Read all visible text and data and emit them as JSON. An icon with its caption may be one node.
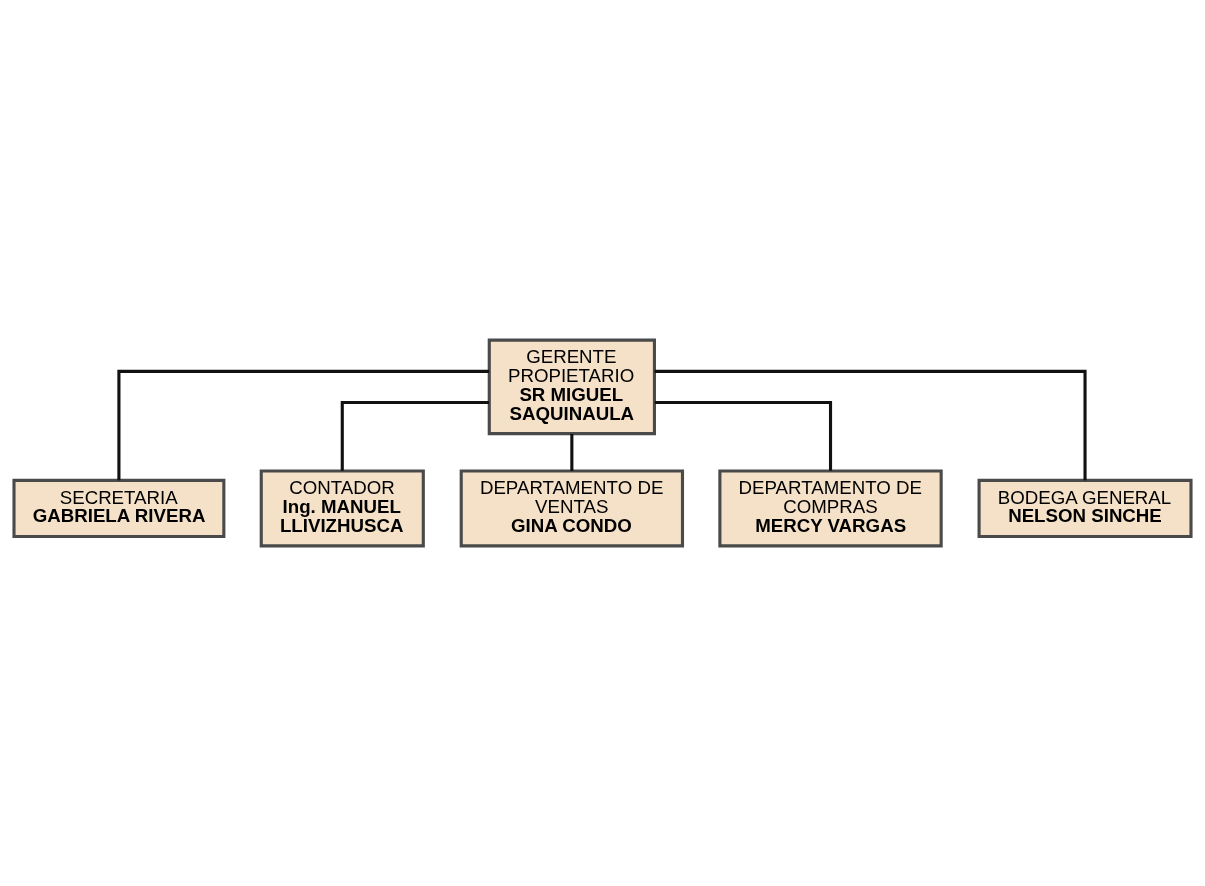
{
  "diagram": {
    "nodes": [
      {
        "text": [
          "GERENTE PROPIETARIO",
          "SR MIGUEL SAQUINAULA"
        ]
      },
      {
        "text": [
          "SECRETARIA",
          "GABRIELA RIVERA"
        ]
      },
      {
        "text": [
          "CONTADOR",
          "Ing. MANUEL LLIVIZHUSCA"
        ]
      },
      {
        "text": [
          "DEPARTAMENTO DE VENTAS",
          "GINA CONDO"
        ]
      },
      {
        "text": [
          "DEPARTAMENTO DE COMPRAS",
          "MERCY VARGAS"
        ]
      },
      {
        "text": [
          "BODEGA GENERAL",
          "NELSON SINCHE"
        ]
      }
    ],
    "edges": [
      {
        "from": 0,
        "to": 1,
        "arrow": "none"
      },
      {
        "from": 0,
        "to": 2,
        "arrow": "none"
      },
      {
        "from": 0,
        "to": 3,
        "arrow": "none"
      },
      {
        "from": 0,
        "to": 4,
        "arrow": "none"
      },
      {
        "from": 0,
        "to": 5,
        "arrow": "none"
      }
    ]
  }
}
